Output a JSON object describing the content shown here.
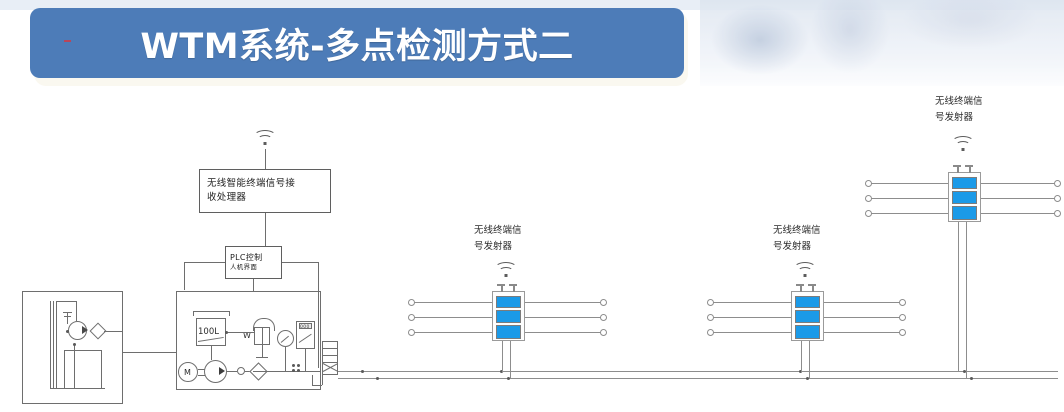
{
  "page": {
    "title": "WTM系统-多点检测方式二",
    "banner_color": "#4d7cb8",
    "device_color": "#1b9ae8",
    "line_color": "#6e6e6e"
  },
  "diagram": {
    "receiver": {
      "name": "wireless-receiver-processor",
      "line1": "无线智能终端信号接",
      "line2": "收处理器"
    },
    "plc": {
      "name": "plc-controller",
      "line1": "PLC控制",
      "line2": "人机界面"
    },
    "tank": {
      "label": "100L"
    },
    "motor": {
      "label": "M"
    },
    "transmitters": [
      {
        "name": "transmitter-station-1",
        "line1": "无线终端信",
        "line2": "号发射器",
        "position": "center-left"
      },
      {
        "name": "transmitter-station-2",
        "line1": "无线终端信",
        "line2": "号发射器",
        "position": "center-right"
      },
      {
        "name": "transmitter-station-3",
        "line1": "无线终端信",
        "line2": "号发射器",
        "position": "top-right"
      }
    ],
    "icons": {
      "wifi": "wifi-signal-icon"
    }
  }
}
